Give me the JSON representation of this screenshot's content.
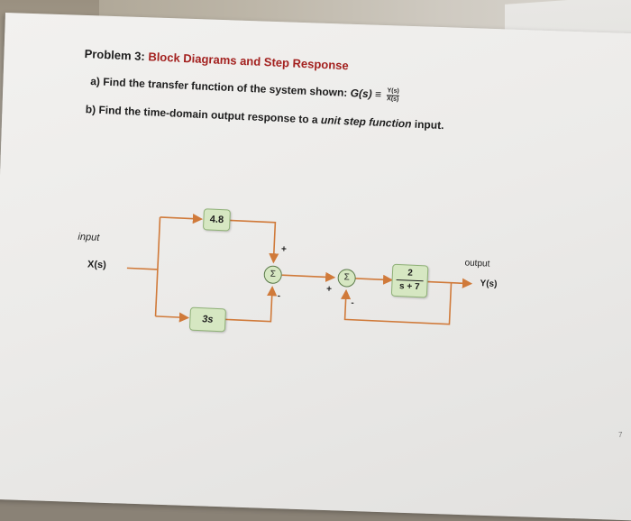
{
  "problem": {
    "number": "Problem 3:",
    "title": "Block Diagrams and Step Response",
    "part_a": "a) Find the transfer function of the system shown:",
    "gs_label": "G(s) ≡",
    "gs_num": "Y(s)",
    "gs_den": "X(s)",
    "part_b_prefix": "b) Find the time-domain output response to a",
    "part_b_em": "unit step function",
    "part_b_suffix": "input."
  },
  "diagram": {
    "input_label": "input",
    "input_signal": "X(s)",
    "output_label": "output",
    "output_signal": "Y(s)",
    "block_top": "4.8",
    "block_bottom": "3s",
    "block_tf_num": "2",
    "block_tf_den": "s + 7",
    "sum_symbol": "Σ",
    "sign_plus": "+",
    "sign_minus": "-",
    "block_color": "#d6e7c2",
    "arrow_color": "#d07a3a"
  },
  "page_number": "7"
}
